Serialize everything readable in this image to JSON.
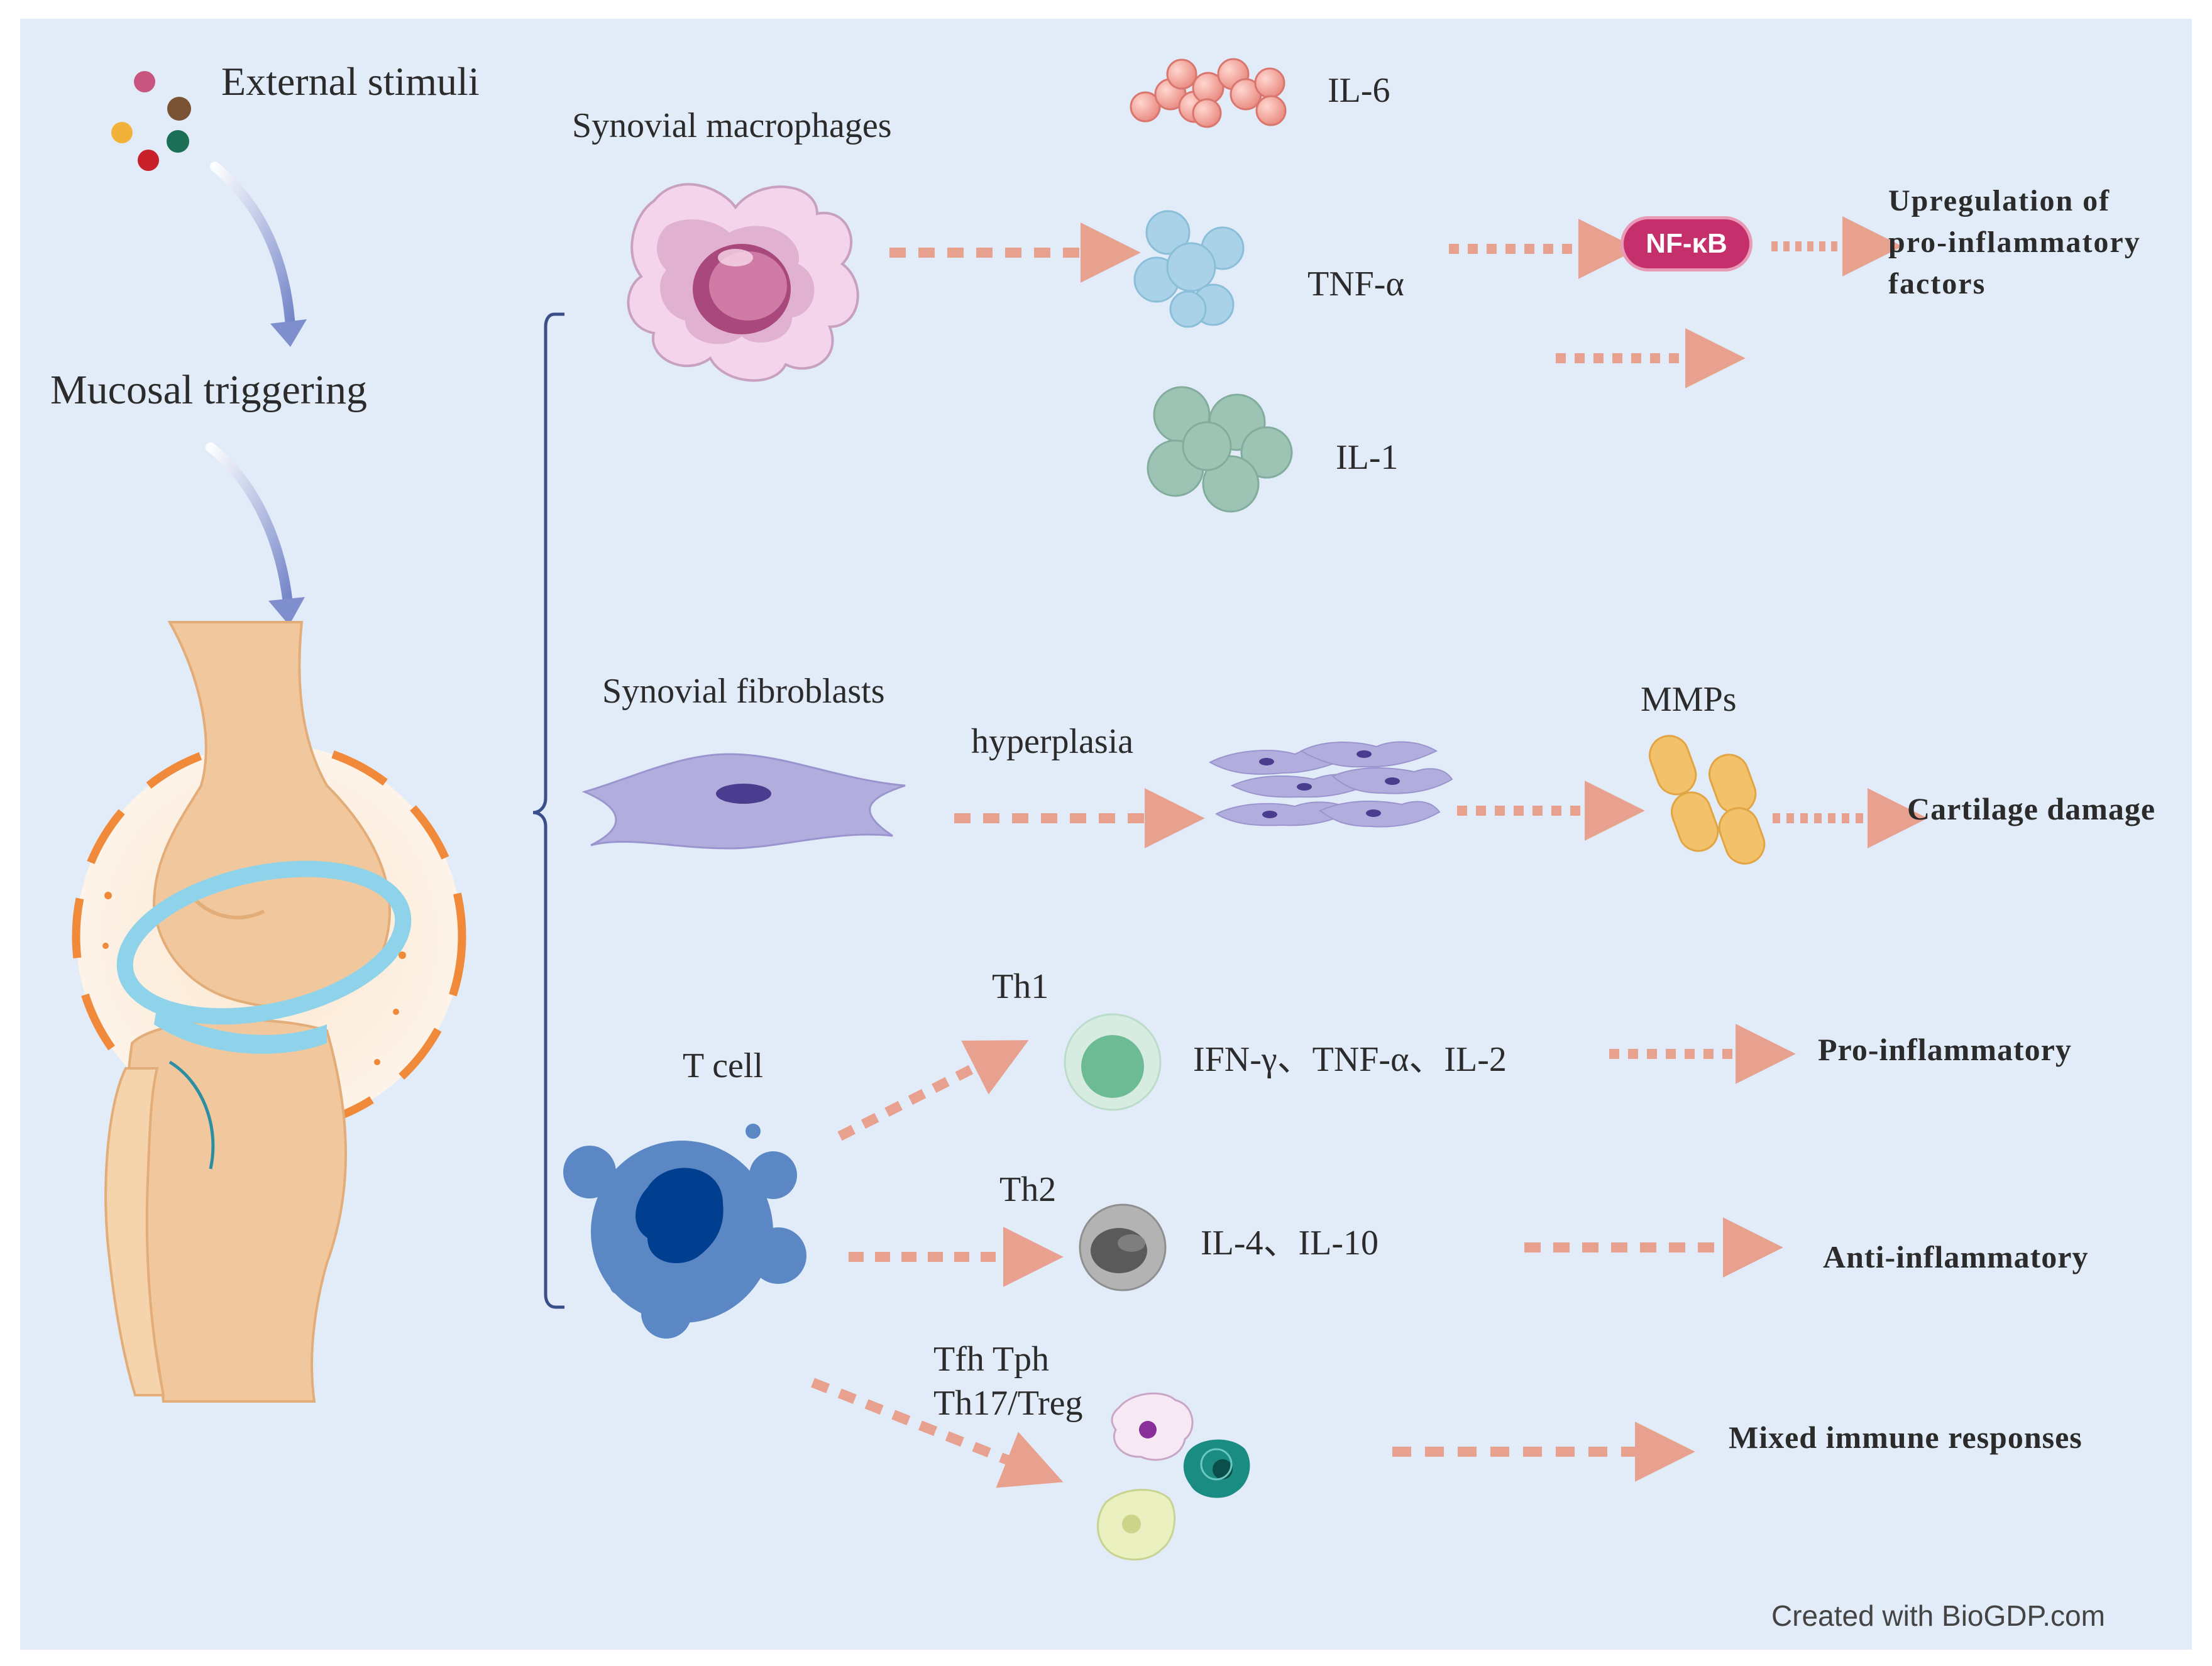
{
  "labels": {
    "external_stimuli": "External stimuli",
    "mucosal_triggering": "Mucosal triggering",
    "synovial_macrophages": "Synovial macrophages",
    "il6": "IL-6",
    "tnf_alpha": "TNF-α",
    "il1": "IL-1",
    "nfkb": "NF-κB",
    "upregulation_line1": "Upregulation of",
    "upregulation_line2": "pro-inflammatory",
    "upregulation_line3": "factors",
    "synovial_fibroblasts": "Synovial fibroblasts",
    "hyperplasia": "hyperplasia",
    "mmps": "MMPs",
    "cartilage_damage": "Cartilage damage",
    "t_cell": "T cell",
    "th1": "Th1",
    "th1_cytokines": "IFN-γ、TNF-α、IL-2",
    "pro_inflammatory": "Pro-inflammatory",
    "th2": "Th2",
    "th2_cytokines": "IL-4、IL-10",
    "anti_inflammatory": "Anti-inflammatory",
    "tfh_tph": "Tfh Tph",
    "th17_treg": "Th17/Treg",
    "mixed_responses": "Mixed immune responses",
    "credit": "Created with BioGDP.com"
  },
  "colors": {
    "background": "#e2ecf8",
    "arrow_dash": "#e9a18f",
    "bracket": "#3a4f8a",
    "flow_arrow": "#7f8fce",
    "nfkb_fill": "#c42f6c"
  }
}
